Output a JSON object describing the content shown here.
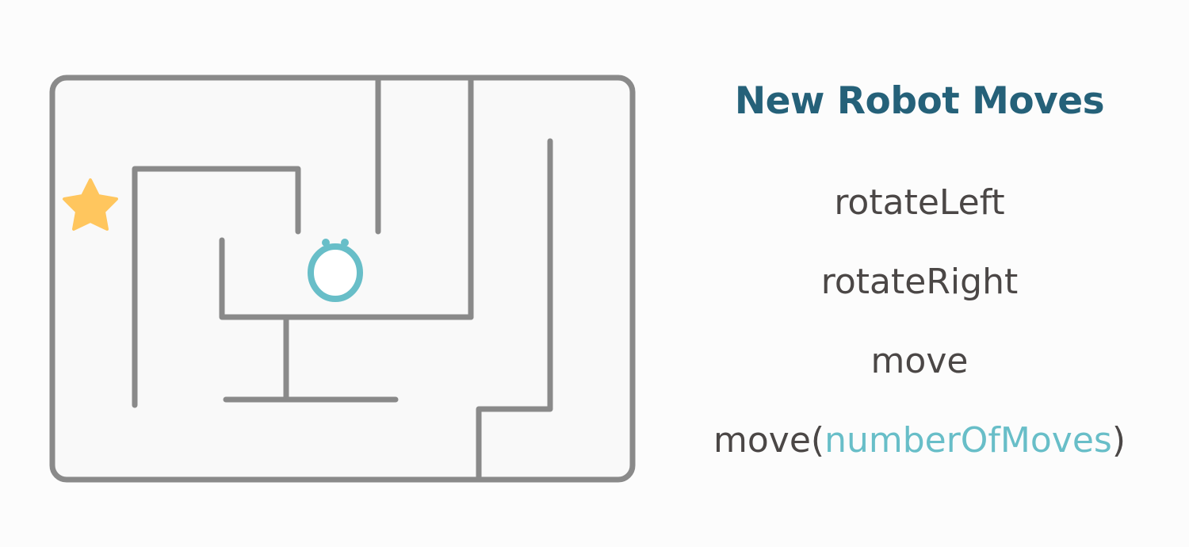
{
  "panel": {
    "title": "New Robot Moves",
    "commands": [
      {
        "label": "rotateLeft"
      },
      {
        "label": "rotateRight"
      },
      {
        "label": "move"
      },
      {
        "label": "move(",
        "param": "numberOfMoves",
        "suffix": ")"
      }
    ]
  },
  "maze": {
    "wall_color": "#8a8a8a",
    "background_color": "#f9f9f9",
    "goal": "star-icon",
    "goal_color": "#ffc65e",
    "robot": "robot-icon",
    "robot_color": "#68bec8"
  },
  "colors": {
    "title": "#256179",
    "command_text": "#4b4746",
    "parameter_text": "#68bec8"
  }
}
